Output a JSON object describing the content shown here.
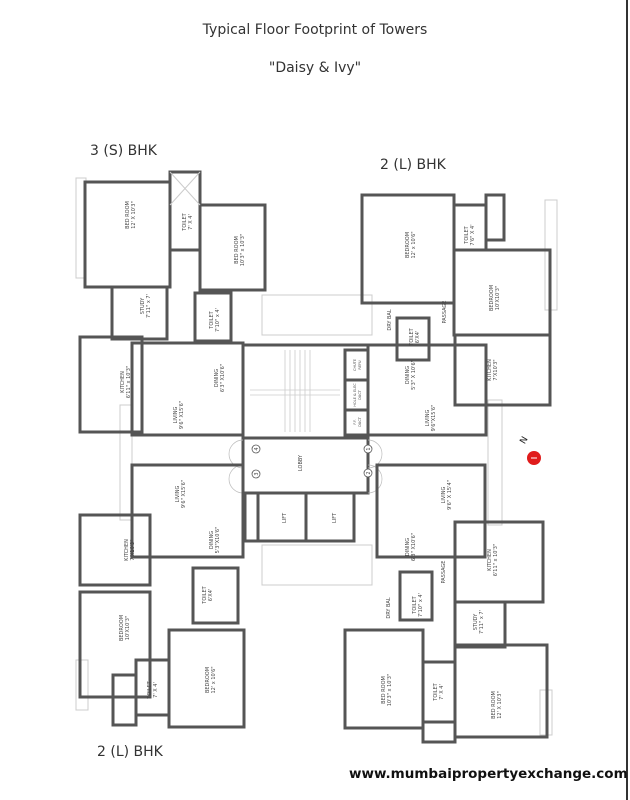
{
  "header": {
    "title": "Typical Floor Footprint of Towers",
    "subtitle": "\"Daisy &  Ivy\""
  },
  "units": {
    "top_left": "3 (S) BHK",
    "top_right": "2 (L) BHK",
    "bottom_left": "2 (L) BHK"
  },
  "watermark": "www.mumbaipropertyexchange.com",
  "north_marker": {
    "label": "N",
    "color": "#e01b1b"
  },
  "top_left_rooms": [
    {
      "name": "BED ROOM",
      "size": "12' X 10'3\""
    },
    {
      "name": "TOILET",
      "size": "7' X 4'"
    },
    {
      "name": "BED ROOM",
      "size": "10'3\" x 10'3\""
    },
    {
      "name": "STUDY",
      "size": "7'11\" x 7'"
    },
    {
      "name": "TOILET",
      "size": "7'10\" x 4'"
    },
    {
      "name": "KITCHEN",
      "size": "6'11\" x 10'3\""
    },
    {
      "name": "DINING",
      "size": "6'3\" X10'6\""
    },
    {
      "name": "LIVING",
      "size": "9'6\" X15'6\""
    }
  ],
  "top_right_rooms": [
    {
      "name": "BEDROOM",
      "size": "12' x 10'6\""
    },
    {
      "name": "TOILET",
      "size": "7'6\" X 4'"
    },
    {
      "name": "BEDROOM",
      "size": "10'X10'3\""
    },
    {
      "name": "DRY BAL",
      "size": ""
    },
    {
      "name": "PASSAGE",
      "size": ""
    },
    {
      "name": "TOILET",
      "size": "6'X4'"
    },
    {
      "name": "KITCHEN",
      "size": "7'X10'3\""
    },
    {
      "name": "DINING",
      "size": "5'3\" X 10'6\""
    },
    {
      "name": "LIVING",
      "size": "9'6\"X15'6\""
    }
  ],
  "core": {
    "chute": {
      "name": "CHUTE",
      "size": "REFU"
    },
    "elec_duct": {
      "name": "HOLE & ELEC",
      "size": "DUCT"
    },
    "ff_duct": {
      "name": "F.F.",
      "size": "DUCT"
    },
    "lobby": "LOBBY",
    "lift_1": "LIFT",
    "lift_2": "LIFT",
    "flats": [
      "1",
      "2",
      "3",
      "4"
    ]
  },
  "bottom_left_rooms": [
    {
      "name": "LIVING",
      "size": "9'6\" X15'6\""
    },
    {
      "name": "KITCHEN",
      "size": "7'X10'3\""
    },
    {
      "name": "DINING",
      "size": "5'3\"X10'6\""
    },
    {
      "name": "TOILET",
      "size": "6'X4'"
    },
    {
      "name": "BEDROOM",
      "size": "10'X10'3\""
    },
    {
      "name": "TOILET",
      "size": "7' X 4'"
    },
    {
      "name": "BEDROOM",
      "size": "12' x 10'6\""
    }
  ],
  "bottom_right_rooms": [
    {
      "name": "LIVING",
      "size": "9'6\" X 15'4\""
    },
    {
      "name": "DINING",
      "size": "6'3\" X10'6\""
    },
    {
      "name": "PASSAGE",
      "size": ""
    },
    {
      "name": "KITCHEN",
      "size": "6'11\" x 10'3\""
    },
    {
      "name": "DRY BAL",
      "size": ""
    },
    {
      "name": "TOILET",
      "size": "7'10\" x 4'"
    },
    {
      "name": "STUDY",
      "size": "7'11\" x 7'"
    },
    {
      "name": "BED ROOM",
      "size": "10'3\" x 10'3\""
    },
    {
      "name": "TOILET",
      "size": "7' X 4'"
    },
    {
      "name": "BED ROOM",
      "size": "12' X 10'3\""
    }
  ]
}
